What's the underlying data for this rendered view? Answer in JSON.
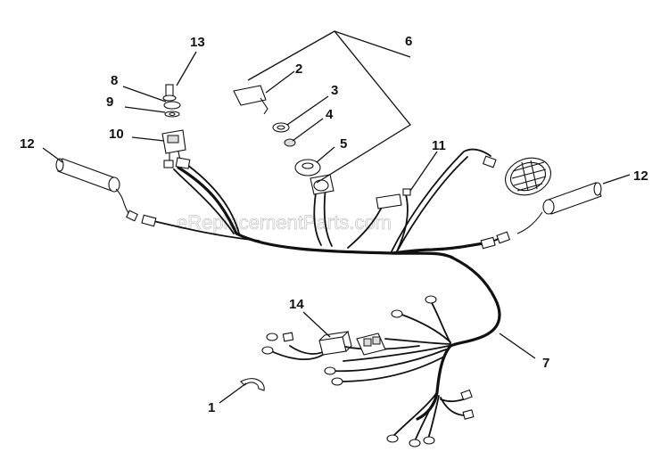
{
  "watermark": "eReplacementParts.com",
  "callouts": {
    "c1": "1",
    "c2": "2",
    "c3": "3",
    "c4": "4",
    "c5": "5",
    "c6": "6",
    "c7": "7",
    "c8": "8",
    "c9": "9",
    "c10": "10",
    "c11": "11",
    "c12_left": "12",
    "c12_right": "12",
    "c13": "13",
    "c14": "14"
  }
}
